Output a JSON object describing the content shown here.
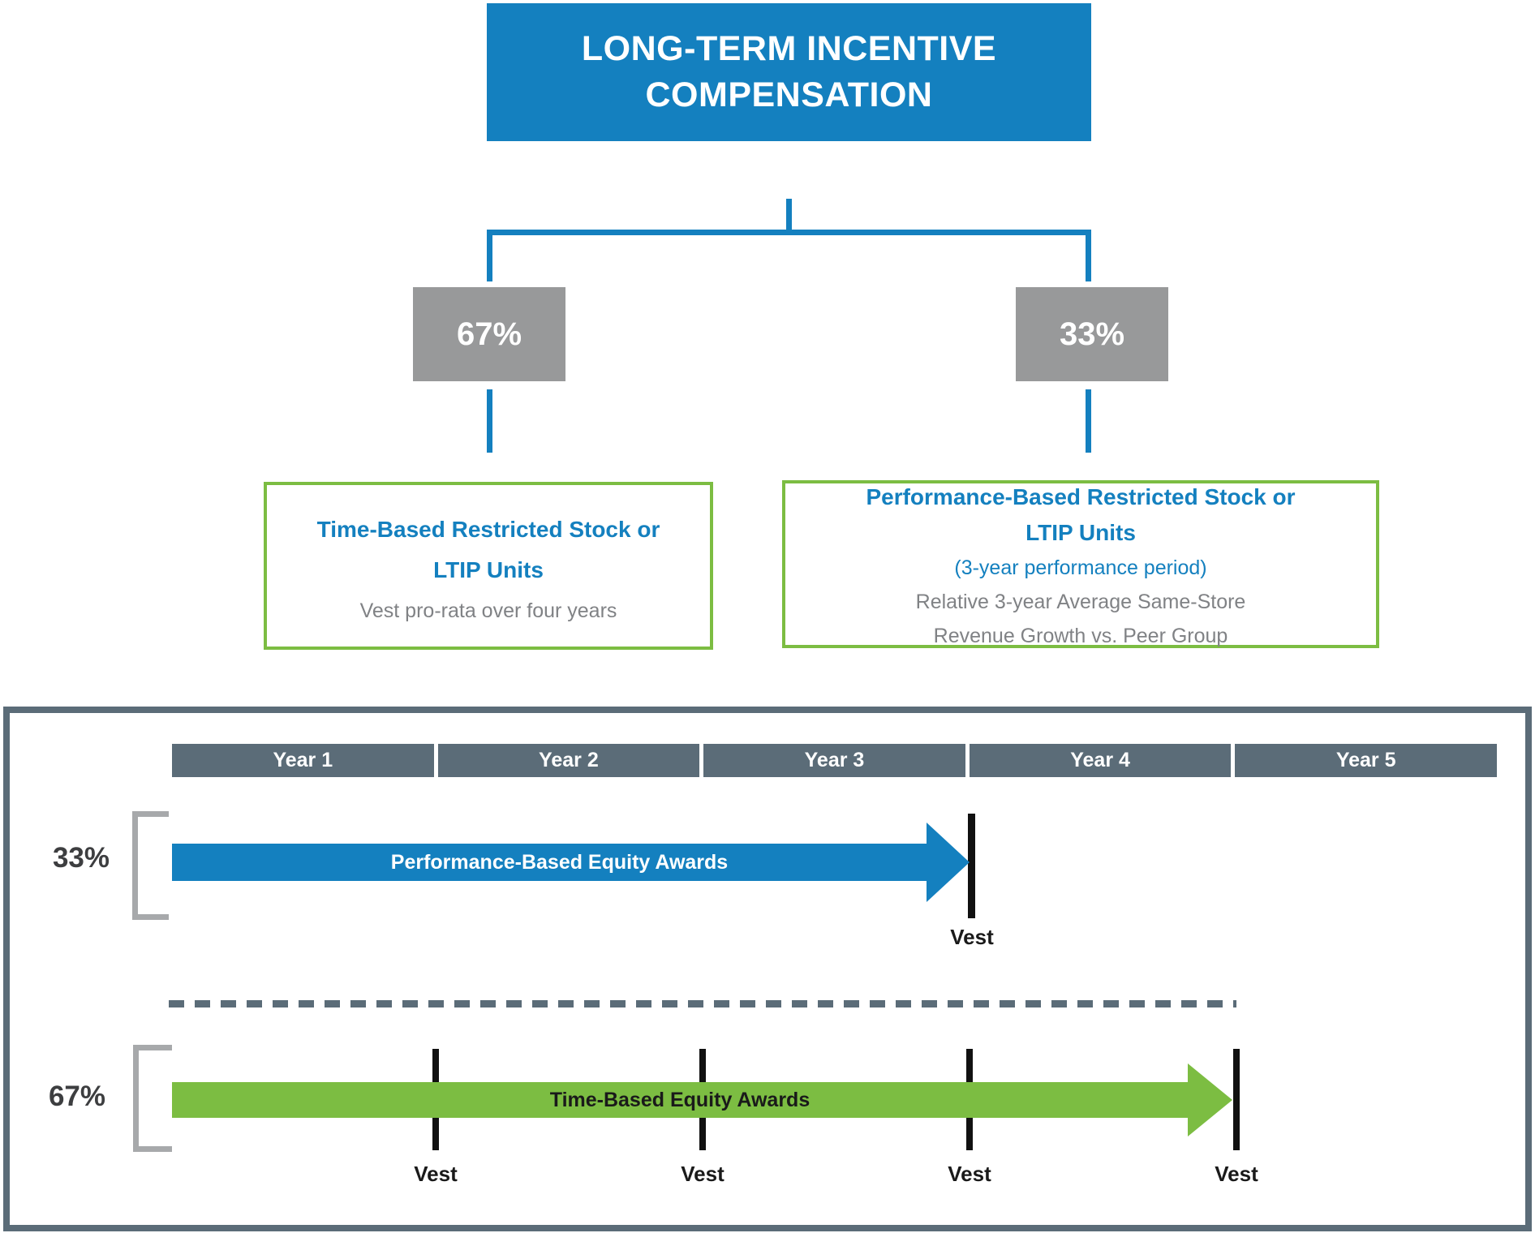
{
  "colors": {
    "blue": "#1480bf",
    "green": "#7cbd42",
    "slate": "#5b6c78",
    "gray_box": "#98999a",
    "bracket_gray": "#a7a9ab",
    "gray_text": "#808285",
    "dark_text": "#3d3e40"
  },
  "header": {
    "line1": "LONG-TERM INCENTIVE",
    "line2": "COMPENSATION"
  },
  "split": {
    "time_based_pct": "67%",
    "performance_pct": "33%",
    "time_based_box": {
      "title_line1": "Time-Based Restricted Stock or",
      "title_line2": "LTIP Units",
      "description": "Vest pro-rata over four years"
    },
    "performance_box": {
      "title_line1": "Performance-Based Restricted Stock or",
      "title_line2": "LTIP Units",
      "period_note": "(3-year performance period)",
      "detail_line1": "Relative 3-year Average Same-Store",
      "detail_line2": "Revenue Growth vs. Peer Group"
    }
  },
  "timeline": {
    "years": [
      "Year 1",
      "Year 2",
      "Year 3",
      "Year 4",
      "Year 5"
    ],
    "performance_row": {
      "pct": "33%",
      "arrow_label": "Performance-Based Equity Awards",
      "vest_label": "Vest"
    },
    "time_row": {
      "pct": "67%",
      "arrow_label": "Time-Based Equity Awards",
      "vest_labels": [
        "Vest",
        "Vest",
        "Vest",
        "Vest"
      ]
    }
  }
}
